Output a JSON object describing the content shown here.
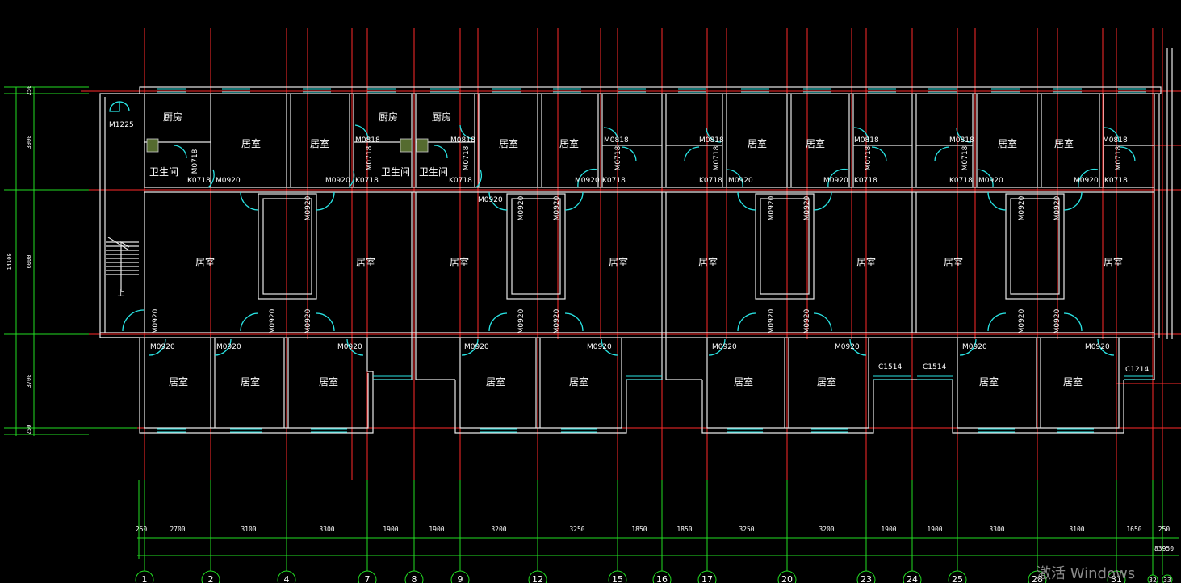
{
  "drawing": {
    "rooms": {
      "kitchen": "厨房",
      "bathroom": "卫生间",
      "bedroom": "居室"
    },
    "doors": {
      "entry": "M1225",
      "m0920": "M0920",
      "m0818": "M0818",
      "m0718": "M0718",
      "k0718": "K0718"
    },
    "windows": {
      "c1514": "C1514",
      "c1214": "C1214"
    },
    "stair_up": "上",
    "vertical_dims": [
      "250",
      "3900",
      "6000",
      "3700",
      "250"
    ],
    "vertical_total": "14100",
    "horizontal_dims": [
      "250",
      "2700",
      "3100",
      "3300",
      "1900",
      "1900",
      "3200",
      "3250",
      "1850",
      "1850",
      "3250",
      "3200",
      "1900",
      "1900",
      "3300",
      "3100",
      "1650",
      "250"
    ],
    "horizontal_total": "83950",
    "axis_labels": [
      "1",
      "2",
      "4",
      "7",
      "8",
      "9",
      "12",
      "15",
      "16",
      "17",
      "20",
      "23",
      "24",
      "25",
      "28",
      "31",
      "32",
      "33"
    ]
  },
  "watermark": "激活 Windows",
  "colors": {
    "background": "#000000",
    "walls": "#e8e8e8",
    "grid_lines": "#ff2a2a",
    "dimension_lines": "#22dd22",
    "doors_windows": "#29e3e3"
  }
}
